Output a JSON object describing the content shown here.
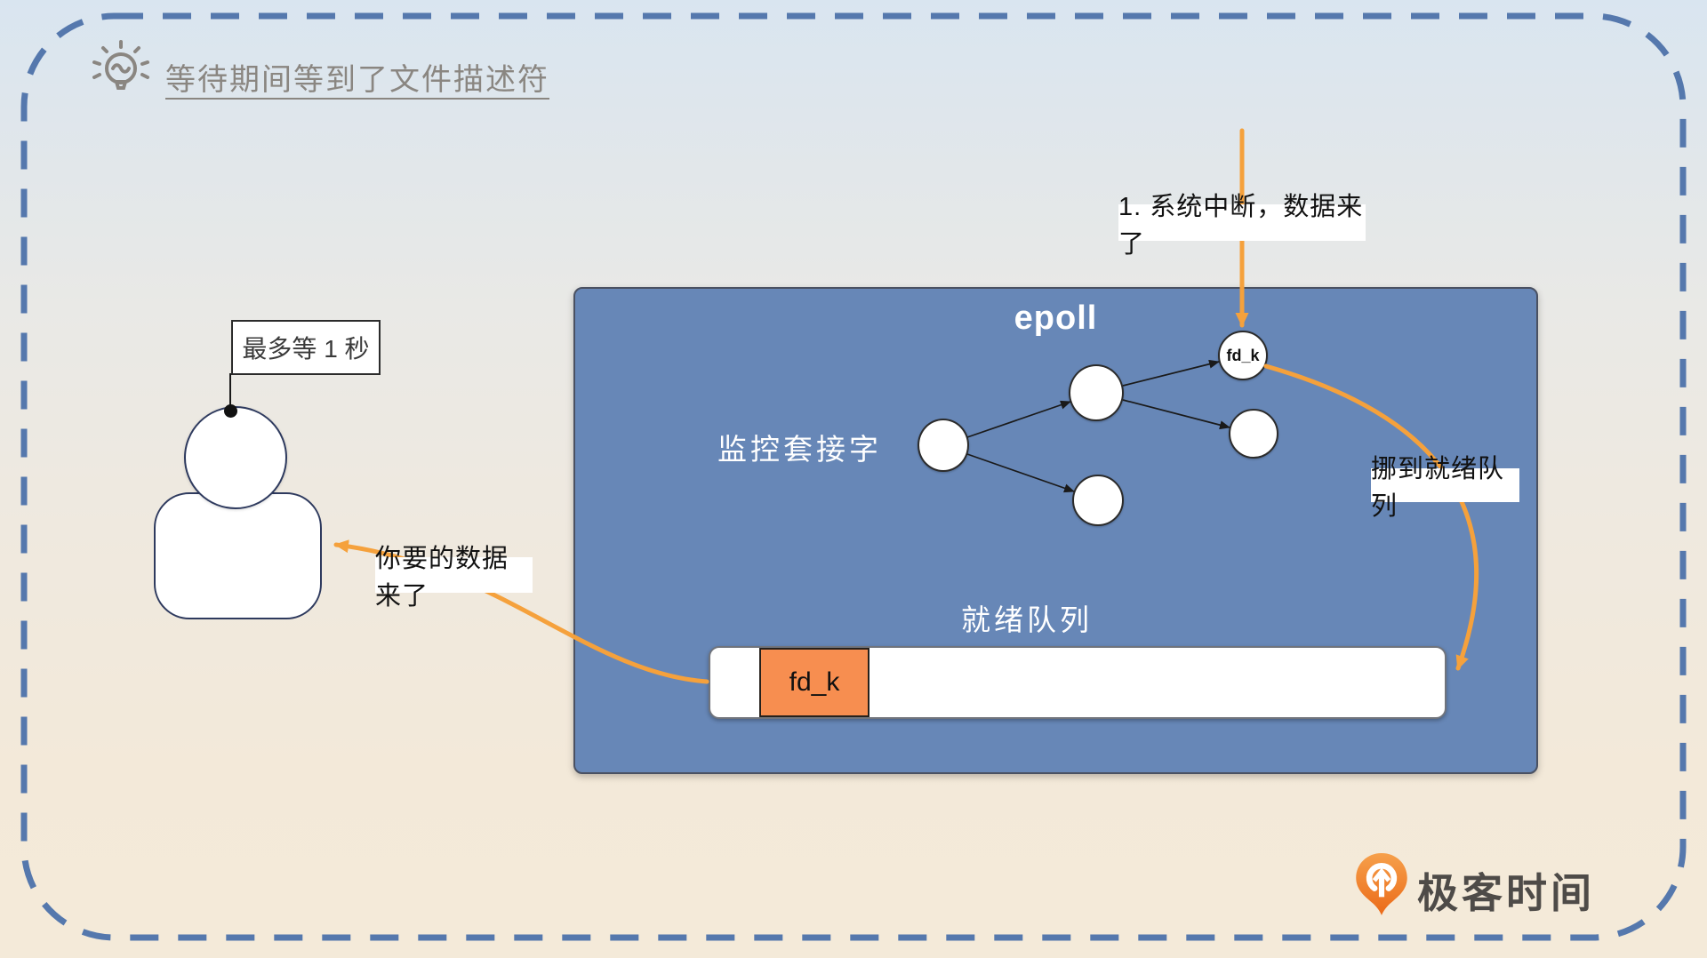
{
  "header": {
    "title": "等待期间等到了文件描述符"
  },
  "person": {
    "badge_label": "最多等 1 秒"
  },
  "epoll": {
    "title": "epoll",
    "monitored_label": "监控套接字",
    "ready_queue_label": "就绪队列",
    "fd_node_label": "fd_k",
    "queue_item_label": "fd_k"
  },
  "annotations": {
    "interrupt_label": "1. 系统中断，数据来了",
    "move_label": "挪到就绪队列",
    "notify_label": "你要的数据来了"
  },
  "logo": {
    "text": "极客时间"
  },
  "colors": {
    "accent_orange": "#F5A13C",
    "queue_item_orange": "#F78E50",
    "epoll_blue": "#6787B7",
    "border_blue": "#5578AD",
    "title_gray": "#8A8681",
    "logo_orange": "#EE7224",
    "logo_text_gray": "#4E4B48"
  }
}
